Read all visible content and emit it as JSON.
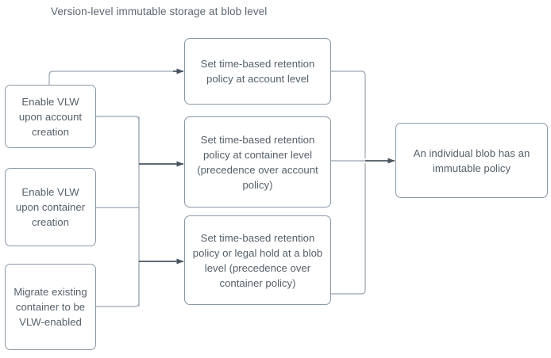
{
  "diagram": {
    "title": "Version-level immutable storage at blob level",
    "accent_color": "#56606a",
    "border_color": "#8b97a4",
    "connector_color": "#9aa5b1",
    "arrow_color": "#4a5560",
    "background": "#ffffff",
    "nodes": {
      "enable_account": "Enable VLW upon account creation",
      "enable_container": "Enable VLW upon container creation",
      "migrate_container": "Migrate existing container to be VLW-enabled",
      "account_policy": "Set time-based retention policy at account level",
      "container_policy": "Set time-based retention policy at container level (precedence over account policy)",
      "blob_policy": "Set time-based retention policy or legal hold at a blob level (precedence over container policy)",
      "immutable_blob": "An individual blob has an immutable policy"
    }
  }
}
